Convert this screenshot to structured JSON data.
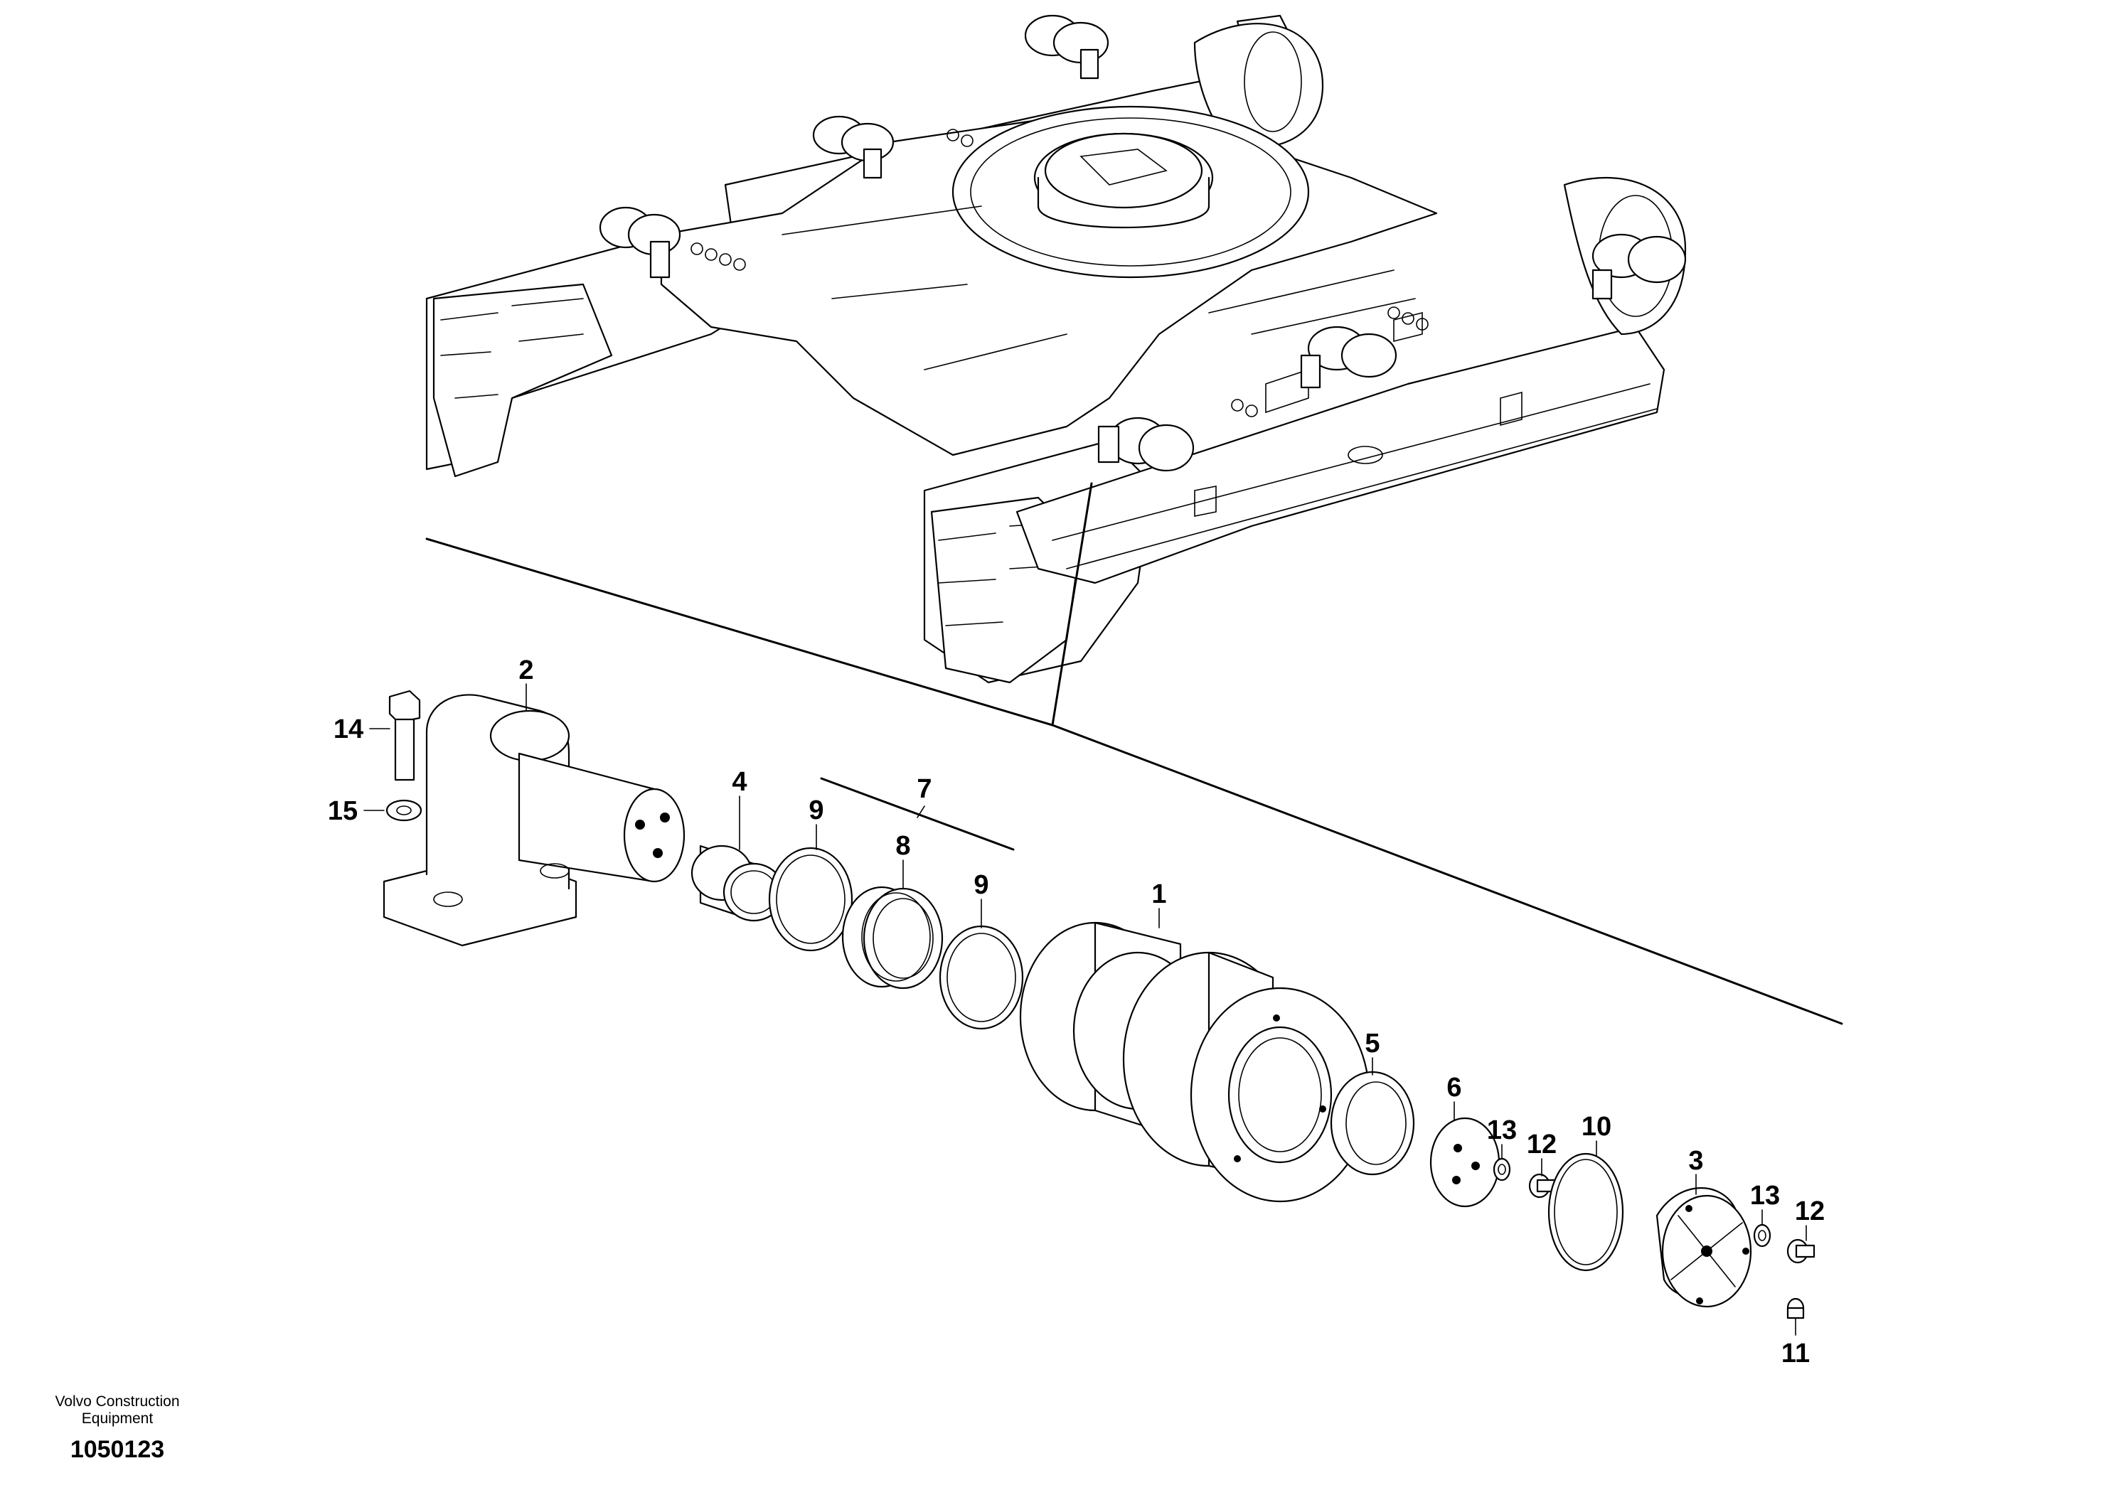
{
  "diagram": {
    "callouts": [
      {
        "id": "c1",
        "text": "1"
      },
      {
        "id": "c2",
        "text": "2"
      },
      {
        "id": "c3",
        "text": "3"
      },
      {
        "id": "c4",
        "text": "4"
      },
      {
        "id": "c5",
        "text": "5"
      },
      {
        "id": "c6",
        "text": "6"
      },
      {
        "id": "c7",
        "text": "7"
      },
      {
        "id": "c8",
        "text": "8"
      },
      {
        "id": "c9a",
        "text": "9"
      },
      {
        "id": "c9b",
        "text": "9"
      },
      {
        "id": "c10",
        "text": "10"
      },
      {
        "id": "c11",
        "text": "11"
      },
      {
        "id": "c12a",
        "text": "12"
      },
      {
        "id": "c12b",
        "text": "12"
      },
      {
        "id": "c13a",
        "text": "13"
      },
      {
        "id": "c13b",
        "text": "13"
      },
      {
        "id": "c14",
        "text": "14"
      },
      {
        "id": "c15",
        "text": "15"
      }
    ]
  },
  "footer": {
    "brand_line1": "Volvo Construction",
    "brand_line2": "Equipment",
    "drawing_ref": "1050123"
  }
}
